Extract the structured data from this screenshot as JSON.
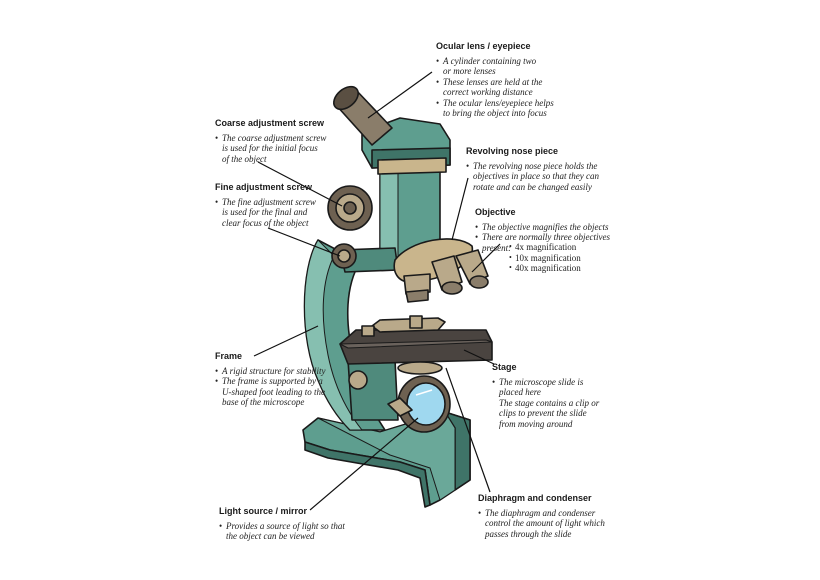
{
  "labels": {
    "ocular": {
      "title": "Ocular lens / eyepiece",
      "items": [
        {
          "text": "A cylinder containing two",
          "bullet": true
        },
        {
          "text": "or more lenses",
          "bullet": false
        },
        {
          "text": "These lenses are held at the",
          "bullet": true
        },
        {
          "text": "correct working distance",
          "bullet": false
        },
        {
          "text": "The ocular lens/eyepiece helps",
          "bullet": true
        },
        {
          "text": "to bring the object into focus",
          "bullet": false
        }
      ]
    },
    "coarse": {
      "title": "Coarse adjustment screw",
      "items": [
        {
          "text": "The coarse adjustment screw",
          "bullet": true
        },
        {
          "text": "is used for the initial focus",
          "bullet": false
        },
        {
          "text": "of the object",
          "bullet": false
        }
      ]
    },
    "revolving": {
      "title": "Revolving nose piece",
      "items": [
        {
          "text": "The revolving nose piece holds the",
          "bullet": true
        },
        {
          "text": "objectives in place so that they can",
          "bullet": false
        },
        {
          "text": "rotate and can be changed easily",
          "bullet": false
        }
      ]
    },
    "fine": {
      "title": "Fine adjustment screw",
      "items": [
        {
          "text": "The fine adjustment screw",
          "bullet": true
        },
        {
          "text": "is used for the final and",
          "bullet": false
        },
        {
          "text": "clear focus of the object",
          "bullet": false
        }
      ]
    },
    "objective": {
      "title": "Objective",
      "items": [
        {
          "text": "The objective magnifies the objects",
          "bullet": true
        },
        {
          "text": "There are normally three objectives",
          "bullet": true
        },
        {
          "text": "present:",
          "bullet": false
        }
      ],
      "magnifications": [
        "4x magnification",
        "10x magnification",
        "40x magnification"
      ]
    },
    "frame": {
      "title": "Frame",
      "items": [
        {
          "text": "A rigid structure for stability",
          "bullet": true
        },
        {
          "text": "The frame is supported by a",
          "bullet": true
        },
        {
          "text": "U-shaped foot leading to the",
          "bullet": false
        },
        {
          "text": "base of the microscope",
          "bullet": false
        }
      ]
    },
    "stage": {
      "title": "Stage",
      "items": [
        {
          "text": "The microscope slide is",
          "bullet": true
        },
        {
          "text": "placed here",
          "bullet": false
        },
        {
          "text": "The stage contains a clip or",
          "bullet": false
        },
        {
          "text": "clips to prevent the slide",
          "bullet": false
        },
        {
          "text": "from moving around",
          "bullet": false
        }
      ]
    },
    "diaphragm": {
      "title": "Diaphragm and condenser",
      "items": [
        {
          "text": "The diaphragm and condenser",
          "bullet": true
        },
        {
          "text": "control the amount of light which",
          "bullet": false
        },
        {
          "text": "passes through the slide",
          "bullet": false
        }
      ]
    },
    "light": {
      "title": "Light source / mirror",
      "items": [
        {
          "text": "Provides a source of light so that",
          "bullet": true
        },
        {
          "text": "the object can be viewed",
          "bullet": false
        }
      ]
    }
  },
  "colors": {
    "body_teal": "#5e9e8f",
    "body_dark": "#3f7468",
    "body_light": "#86bfb0",
    "stage_dark": "#4a4440",
    "brass": "#b9a98a",
    "knob": "#6e6151",
    "mirror_glass": "#9fd8ef"
  }
}
